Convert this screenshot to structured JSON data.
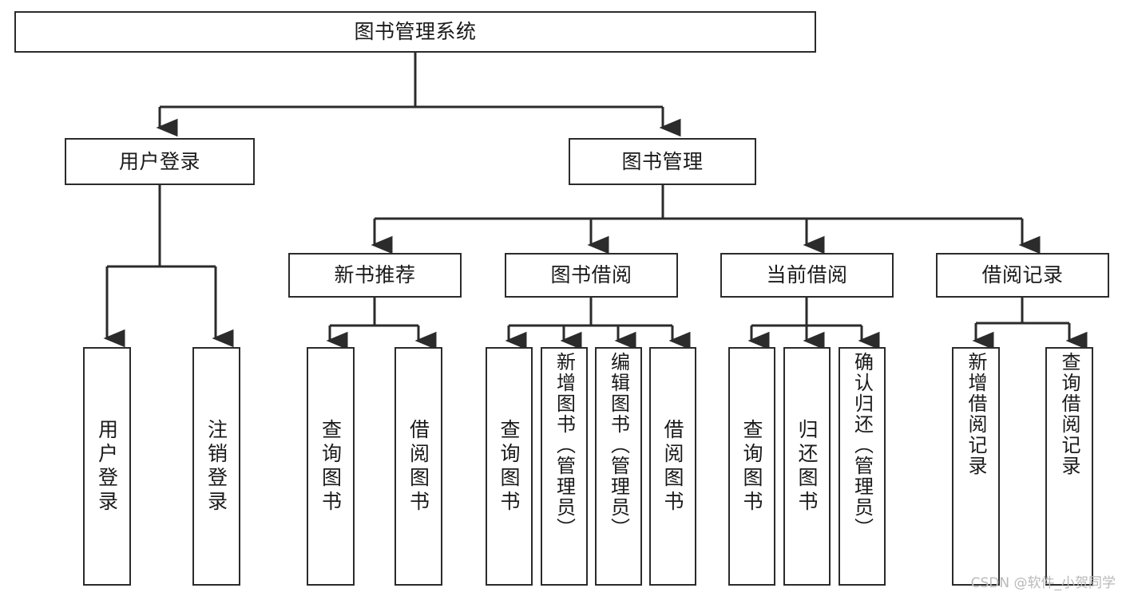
{
  "diagram": {
    "title": "图书管理系统",
    "type": "tree-hierarchy-functional-structure",
    "root": {
      "id": "root",
      "label": "图书管理系统"
    },
    "level2": [
      {
        "id": "user-login",
        "label": "用户登录"
      },
      {
        "id": "book-manage",
        "label": "图书管理"
      }
    ],
    "level3": [
      {
        "id": "new-book-rec",
        "label": "新书推荐",
        "parent": "book-manage"
      },
      {
        "id": "book-borrow",
        "label": "图书借阅",
        "parent": "book-manage"
      },
      {
        "id": "current-borrow",
        "label": "当前借阅",
        "parent": "book-manage"
      },
      {
        "id": "borrow-record",
        "label": "借阅记录",
        "parent": "book-manage"
      }
    ],
    "leaves": [
      {
        "id": "leaf-user-login",
        "label": "用户登录",
        "parent": "user-login"
      },
      {
        "id": "leaf-logout-login",
        "label": "注销登录",
        "parent": "user-login"
      },
      {
        "id": "leaf-query-book-1",
        "label": "查询图书",
        "parent": "new-book-rec"
      },
      {
        "id": "leaf-borrow-book-1",
        "label": "借阅图书",
        "parent": "new-book-rec"
      },
      {
        "id": "leaf-query-book-2",
        "label": "查询图书",
        "parent": "book-borrow"
      },
      {
        "id": "leaf-add-book",
        "label": "新增图书（管理员）",
        "parent": "book-borrow"
      },
      {
        "id": "leaf-edit-book",
        "label": "编辑图书（管理员）",
        "parent": "book-borrow"
      },
      {
        "id": "leaf-borrow-book-2",
        "label": "借阅图书",
        "parent": "book-borrow"
      },
      {
        "id": "leaf-query-book-3",
        "label": "查询图书",
        "parent": "current-borrow"
      },
      {
        "id": "leaf-return-book",
        "label": "归还图书",
        "parent": "current-borrow"
      },
      {
        "id": "leaf-confirm-return",
        "label": "确认归还（管理员）",
        "parent": "current-borrow"
      },
      {
        "id": "leaf-add-record",
        "label": "新增借阅记录",
        "parent": "borrow-record"
      },
      {
        "id": "leaf-query-record",
        "label": "查询借阅记录",
        "parent": "borrow-record"
      }
    ]
  },
  "watermark": {
    "text": "CSDN @软件_小贺同学"
  },
  "colors": {
    "stroke": "#2b2b2b",
    "box_fill": "#ffffff",
    "text": "#1a1a1a",
    "background": "#ffffff",
    "watermark": "#b9b9b9"
  }
}
